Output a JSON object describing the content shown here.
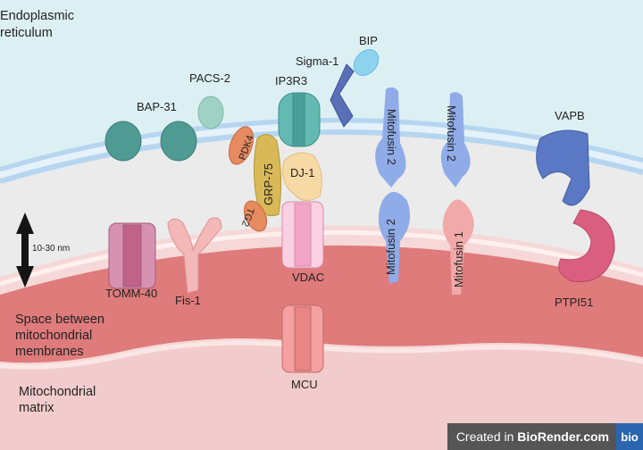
{
  "regions": {
    "er": "Endoplasmic reticulum",
    "er_line1": "Endoplasmic",
    "er_line2": "reticulum",
    "ims_line1": "Space between",
    "ims_line2": "mitochondrial",
    "ims_line3": "membranes",
    "matrix_line1": "Mitochondrial",
    "matrix_line2": "matrix"
  },
  "distance": "10-30 nm",
  "proteins": {
    "bap31": "BAP-31",
    "pacs2": "PACS-2",
    "ip3r3": "IP3R3",
    "sigma1": "Sigma-1",
    "bip": "BIP",
    "mfn2_er_a": "Mitofusin 2",
    "mfn2_er_b": "Mitofusin 2",
    "mfn2_mito": "Mitofusin 2",
    "mfn1": "Mitofusin 1",
    "vapb": "VAPB",
    "ptpi51": "PTPI51",
    "pdk4": "PDK4",
    "grp75": "GRP-75",
    "dj1": "DJ-1",
    "tg2": "TG2",
    "vdac": "VDAC",
    "tomm40": "TOMM-40",
    "fis1": "Fis-1",
    "mcu": "MCU"
  },
  "watermark": {
    "prefix": "Created in ",
    "brand": "BioRender.com",
    "logo": "bio"
  },
  "colors": {
    "er_bg": "#dcf0f4",
    "cytosol": "#ebebeb",
    "ims": "#df7b7b",
    "matrix": "#f2cccc"
  }
}
